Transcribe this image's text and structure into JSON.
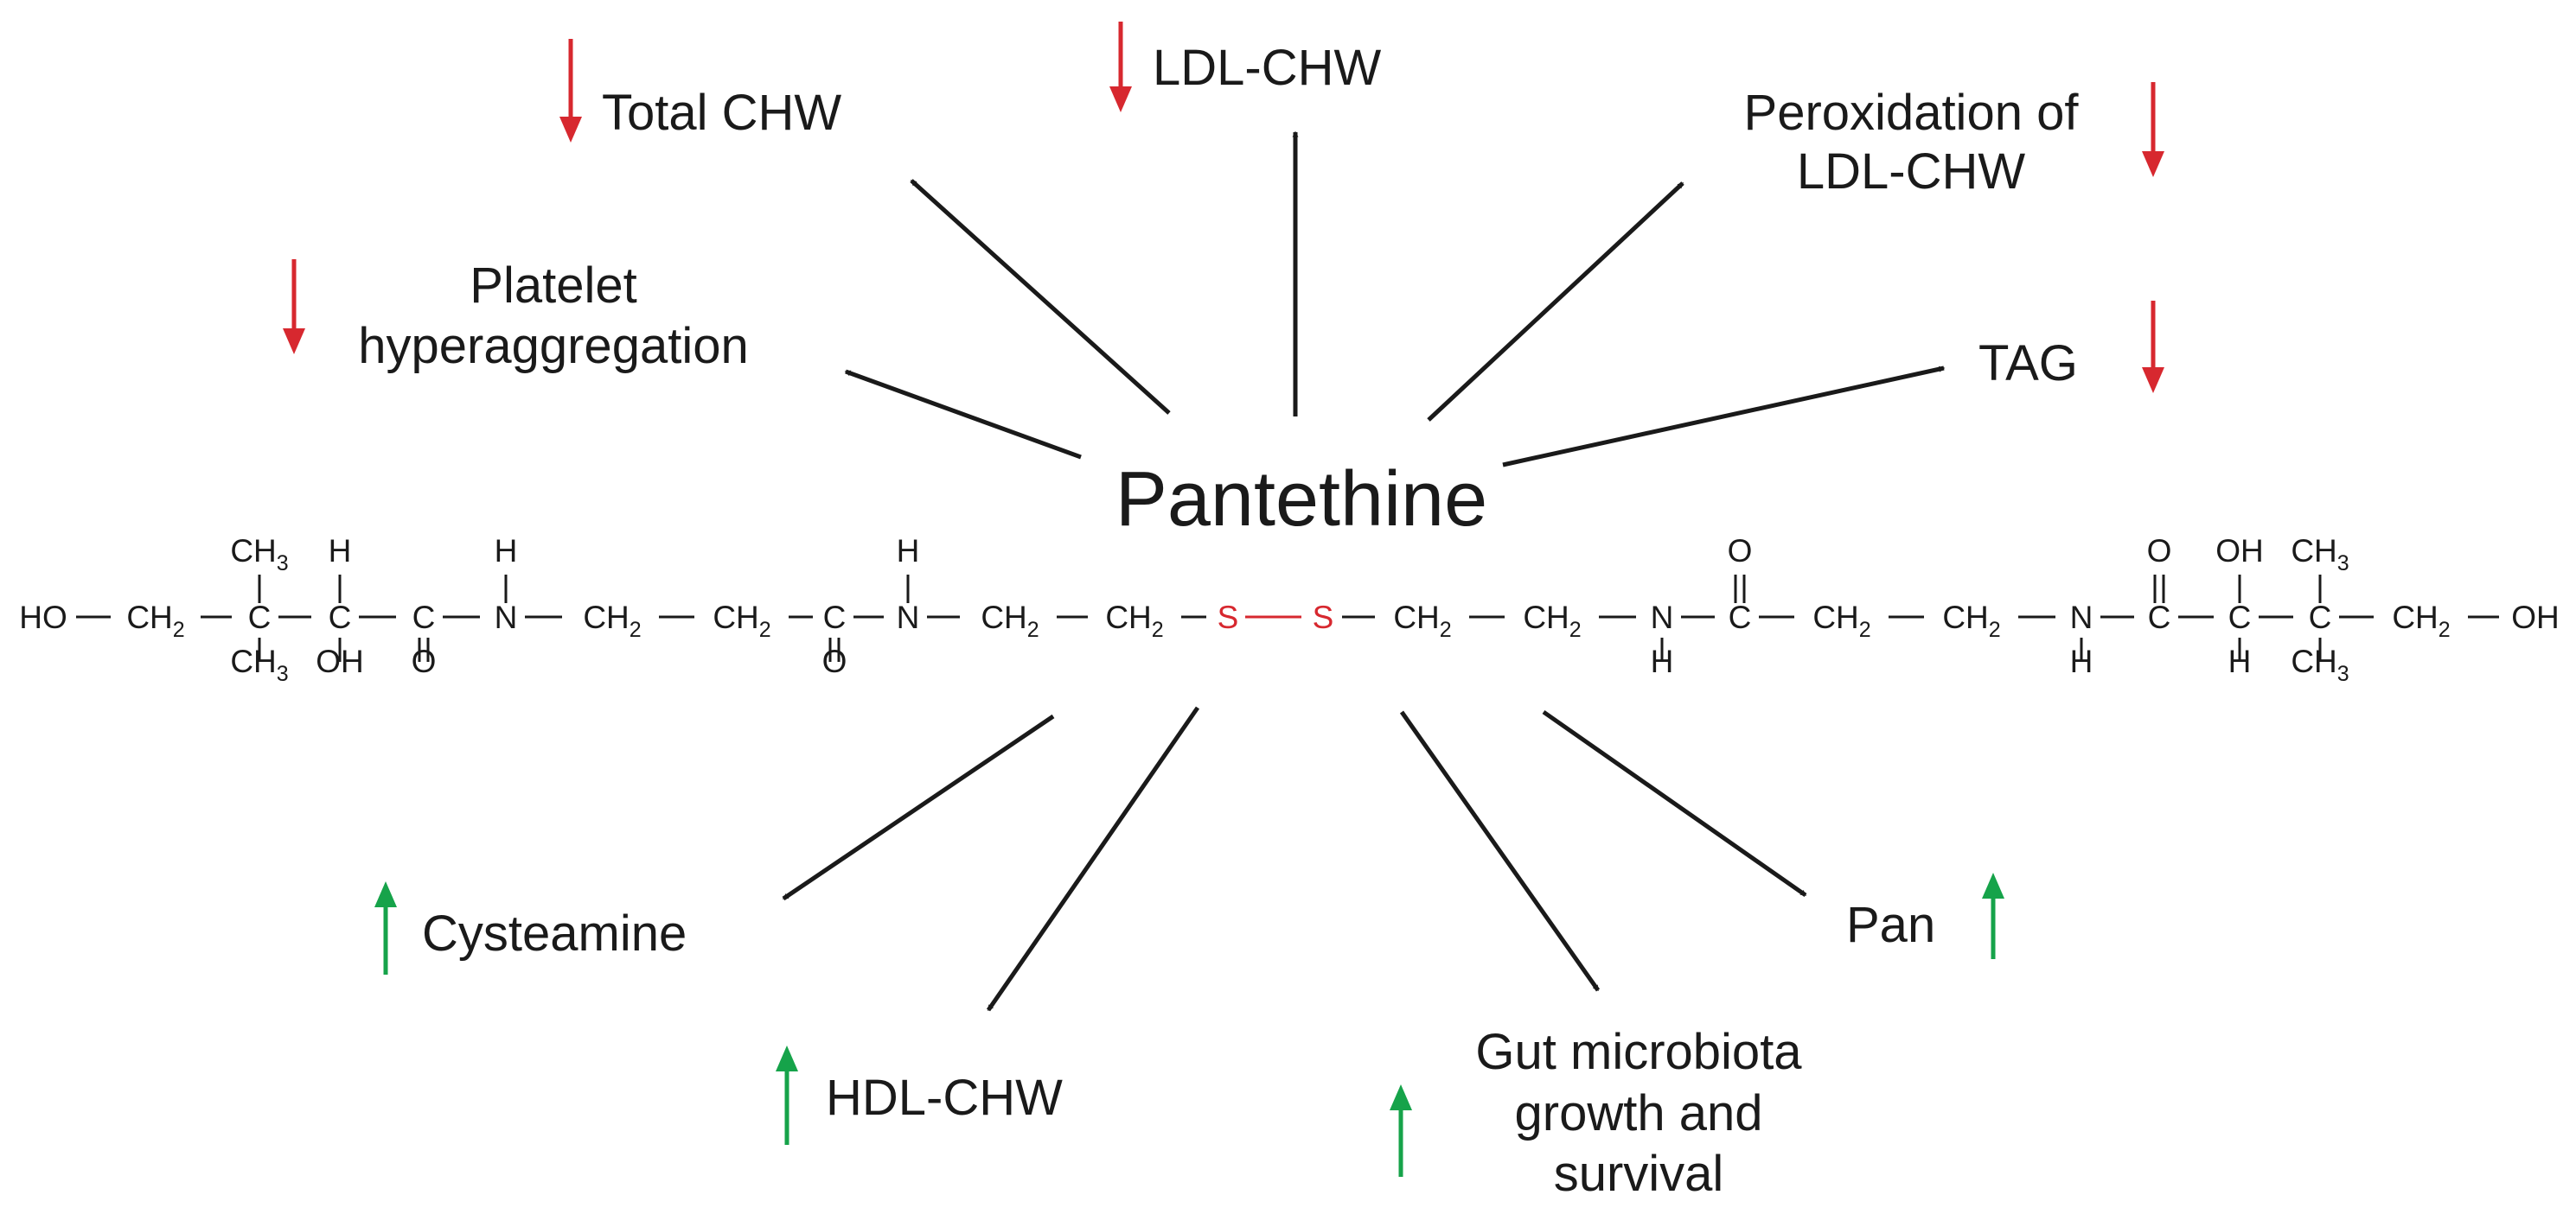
{
  "title": "Pantethine",
  "colors": {
    "decrease": "#d7282f",
    "increase": "#16a34a",
    "ink": "#1a1a1a",
    "disulfide": "#d7282f"
  },
  "effects": {
    "total_chw": {
      "label": "Total CHW",
      "direction": "down"
    },
    "ldl_chw": {
      "label": "LDL-CHW",
      "direction": "down"
    },
    "peroxidation_line1": "Peroxidation of",
    "peroxidation_line2": "LDL-CHW",
    "peroxidation_direction": "down",
    "platelet_line1": "Platelet",
    "platelet_line2": "hyperaggregation",
    "platelet_direction": "down",
    "tag": {
      "label": "TAG",
      "direction": "down"
    },
    "cysteamine": {
      "label": "Cysteamine",
      "direction": "up"
    },
    "hdl_chw": {
      "label": "HDL-CHW",
      "direction": "up"
    },
    "gut_line1": "Gut microbiota",
    "gut_line2": "growth and",
    "gut_line3": "survival",
    "gut_direction": "up",
    "pan": {
      "label": "Pan",
      "direction": "up"
    }
  },
  "structure": {
    "ho": "HO",
    "oh": "OH",
    "c": "C",
    "n": "N",
    "s": "S",
    "o": "O",
    "h": "H",
    "ch": "CH",
    "sub2": "2",
    "sub3": "3"
  }
}
